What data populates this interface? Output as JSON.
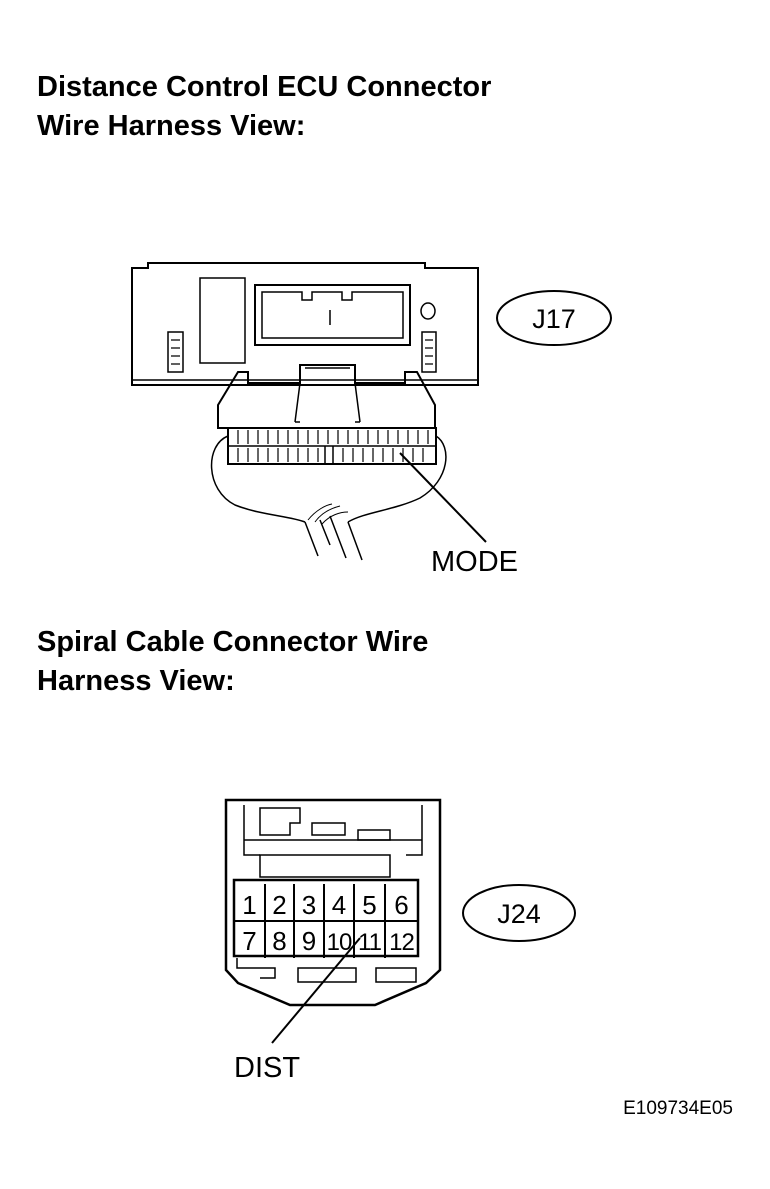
{
  "section1": {
    "title_line1": "Distance Control ECU Connector",
    "title_line2": "Wire Harness View:",
    "connector_id": "J17",
    "pin_label": "MODE"
  },
  "section2": {
    "title_line1": "Spiral Cable Connector Wire",
    "title_line2": "Harness View:",
    "connector_id": "J24",
    "pin_label": "DIST",
    "pins_row1": [
      "1",
      "2",
      "3",
      "4",
      "5",
      "6"
    ],
    "pins_row2": [
      "7",
      "8",
      "9",
      "10",
      "11",
      "12"
    ]
  },
  "figure_code": "E109734E05"
}
